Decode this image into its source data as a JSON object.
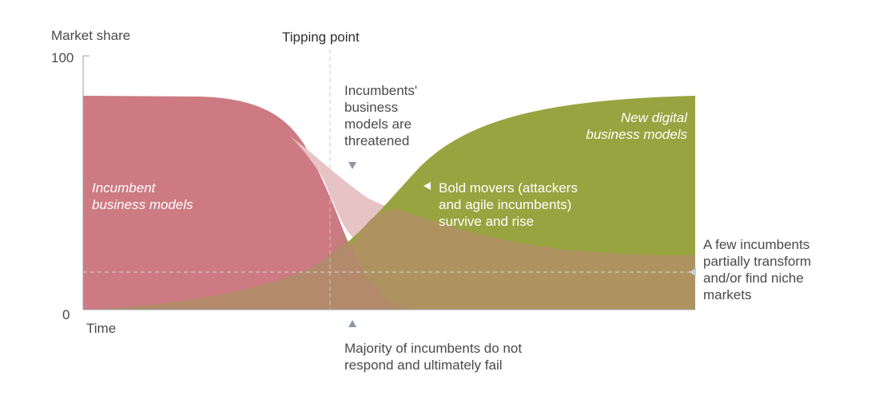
{
  "y_axis": {
    "title": "Market share",
    "top_tick": "100",
    "bottom_tick": "0"
  },
  "x_axis": {
    "title": "Time"
  },
  "tipping_point": {
    "label": "Tipping point"
  },
  "labels": {
    "incumbent_models": "Incumbent\nbusiness models",
    "new_digital_models": "New digital\nbusiness models"
  },
  "annotations": {
    "threatened": "Incumbents'\nbusiness\nmodels are\nthreatened",
    "bold_movers": "Bold movers (attackers\nand agile incumbents)\nsurvive and rise",
    "few_incumbents": "A few incumbents\npartially transform\nand/or find niche\nmarkets",
    "majority_fail": "Majority of incumbents do not\nrespond and ultimately fail"
  },
  "colors": {
    "incumbent": "#cd7a82",
    "incumbent_light": "#e8c3c6",
    "new_digital": "#98a43f",
    "overlap": "#ae9361",
    "axis": "#9aa0a6",
    "marker": "#8c97a3",
    "text": "#4a4a4a"
  },
  "icons": {
    "down_marker": "triangle-down",
    "up_marker": "triangle-up",
    "left_marker": "triangle-left",
    "right_marker": "triangle-right"
  }
}
